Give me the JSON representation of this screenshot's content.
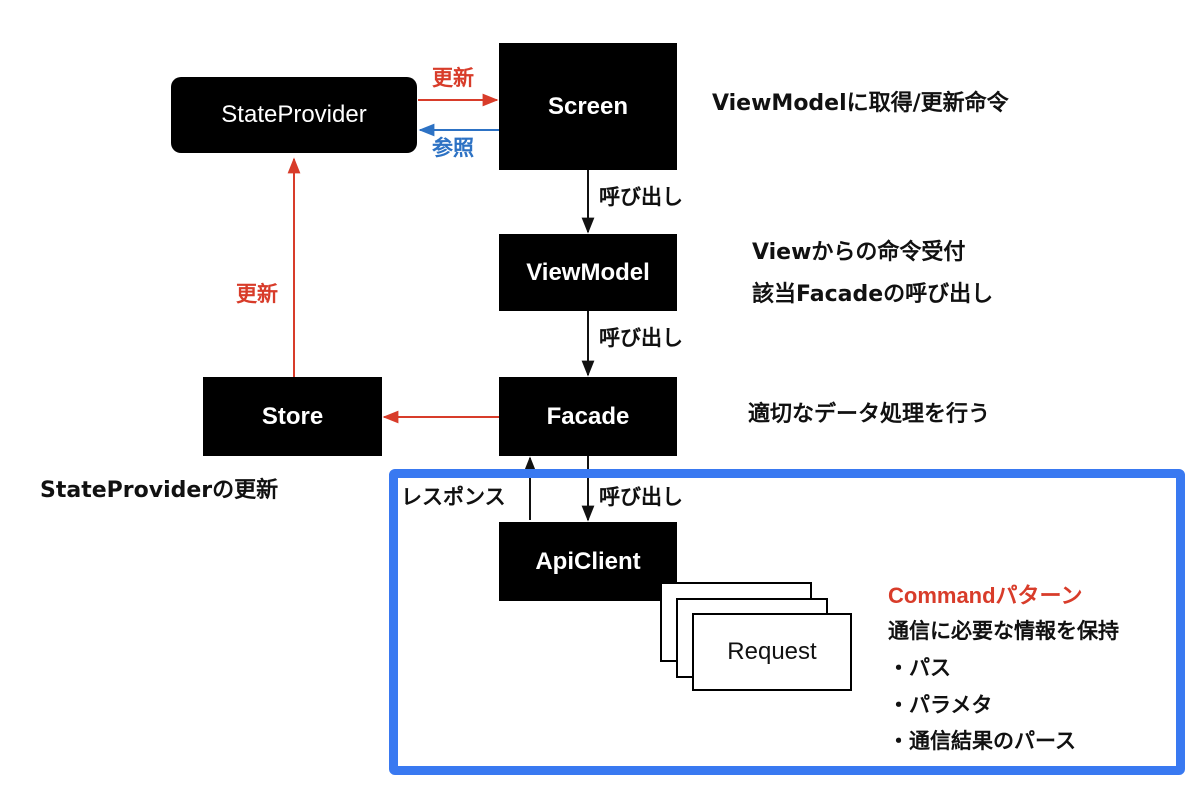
{
  "nodes": {
    "state_provider": "StateProvider",
    "screen": "Screen",
    "view_model": "ViewModel",
    "facade": "Facade",
    "store": "Store",
    "api_client": "ApiClient",
    "request": "Request"
  },
  "edges": {
    "update_to_screen": "更新",
    "reference_from_screen": "参照",
    "screen_to_viewmodel": "呼び出し",
    "viewmodel_to_facade": "呼び出し",
    "facade_to_apiclient": "呼び出し",
    "apiclient_response": "レスポンス",
    "store_to_stateprovider": "更新"
  },
  "descriptions": {
    "screen": "ViewModelに取得/更新命令",
    "view_model_line1": "Viewからの命令受付",
    "view_model_line2": "該当Facadeの呼び出し",
    "facade": "適切なデータ処理を行う",
    "store": "StateProviderの更新"
  },
  "command": {
    "title": "Commandパターン",
    "subtitle": "通信に必要な情報を保持",
    "items": [
      "・パス",
      "・パラメタ",
      "・通信結果のパース"
    ]
  },
  "colors": {
    "red": "#d83c2a",
    "blue": "#2d72c4",
    "group_border": "#3979f1",
    "node_bg": "#000000"
  }
}
